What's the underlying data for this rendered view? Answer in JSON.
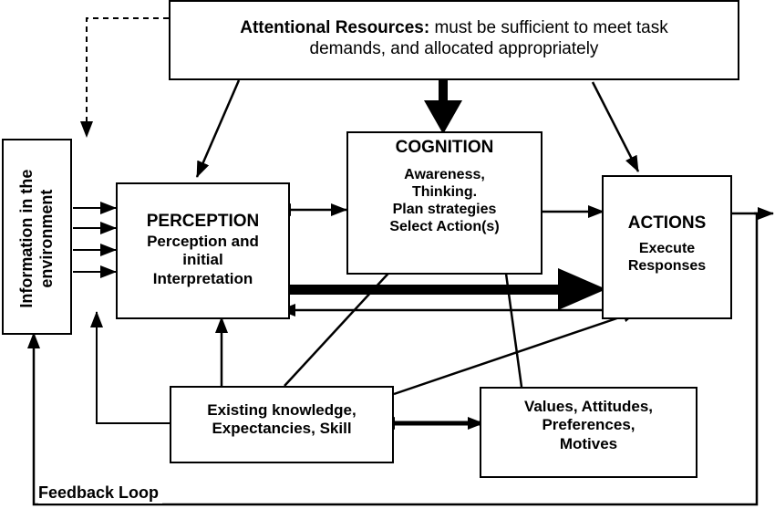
{
  "attention": {
    "bold": "Attentional Resources:",
    "rest": "must be sufficient to meet task",
    "line2": "demands, and allocated appropriately"
  },
  "environment": {
    "label": "Information in the environment"
  },
  "perception": {
    "title": "PERCEPTION",
    "line1": "Perception and",
    "line2": "initial",
    "line3": "Interpretation"
  },
  "cognition": {
    "title": "COGNITION",
    "line1": "Awareness,",
    "line2": "Thinking.",
    "line3": "Plan strategies",
    "line4": "Select Action(s)"
  },
  "actions": {
    "title": "ACTIONS",
    "line1": "Execute",
    "line2": "Responses"
  },
  "knowledge": {
    "line1": "Existing knowledge,",
    "line2": "Expectancies, Skill"
  },
  "values": {
    "line1": "Values, Attitudes,",
    "line2": "Preferences,",
    "line3": "Motives"
  },
  "feedback": {
    "label": "Feedback Loop"
  }
}
